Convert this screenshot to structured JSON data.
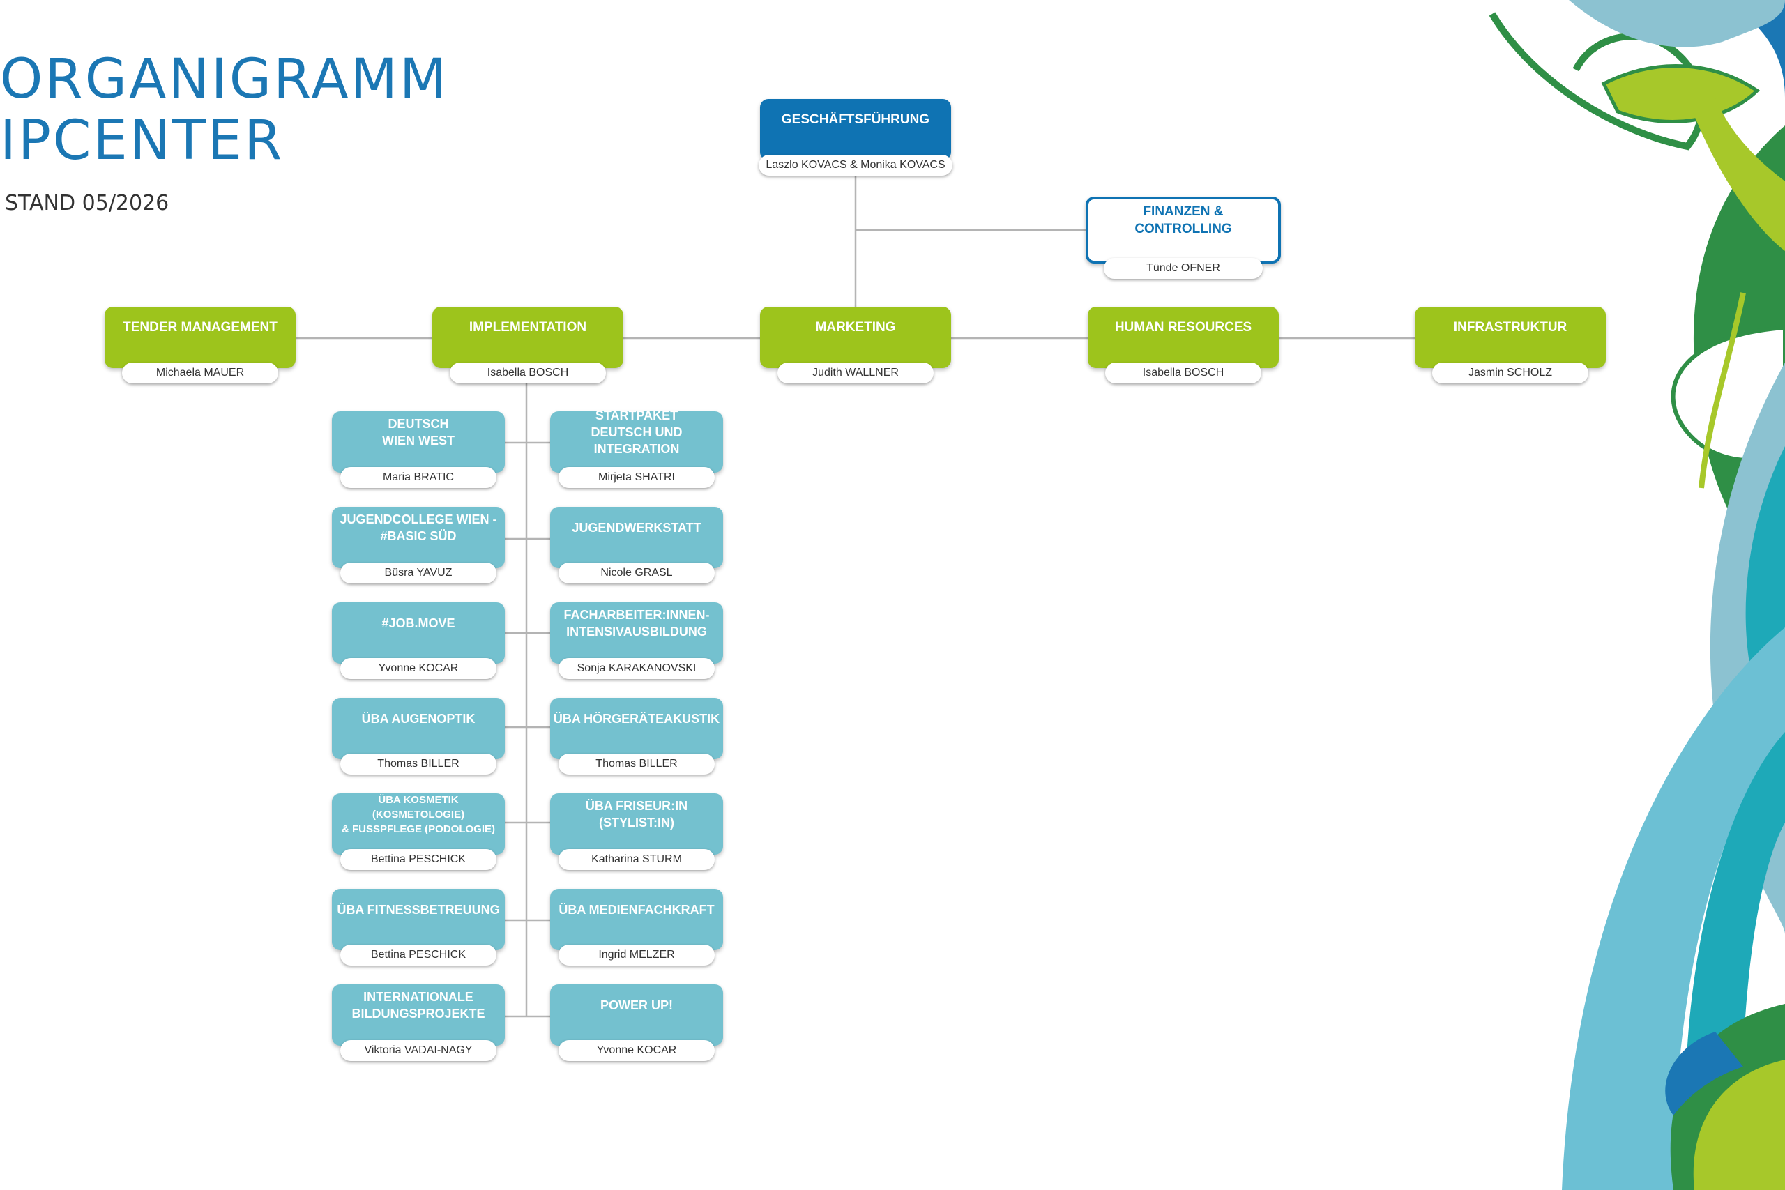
{
  "header": {
    "title_line1": "ORGANIGRAMM",
    "title_line2": "IPCENTER",
    "subtitle": "STAND 05/2026"
  },
  "colors": {
    "blue": "#0f73b3",
    "green": "#9dc41c",
    "teal": "#74c1cf",
    "line": "#b4b4b4"
  },
  "nodes": {
    "gf": {
      "title": "GESCHÄFTSFÜHRUNG",
      "name": "Laszlo KOVACS & Monika KOVACS"
    },
    "finanzen": {
      "title": "FINANZEN &\nCONTROLLING",
      "name": "Tünde OFNER"
    },
    "tender": {
      "title": "TENDER MANAGEMENT",
      "name": "Michaela MAUER"
    },
    "implementation": {
      "title": "IMPLEMENTATION",
      "name": "Isabella BOSCH"
    },
    "marketing": {
      "title": "MARKETING",
      "name": "Judith WALLNER"
    },
    "hr": {
      "title": "HUMAN RESOURCES",
      "name": "Isabella BOSCH"
    },
    "infrastruktur": {
      "title": "INFRASTRUKTUR",
      "name": "Jasmin SCHOLZ"
    }
  },
  "projects_left": [
    {
      "title": "DEUTSCH\nWIEN WEST",
      "name": "Maria BRATIC"
    },
    {
      "title": "JUGENDCOLLEGE WIEN -\n#BASIC SÜD",
      "name": "Büsra YAVUZ"
    },
    {
      "title": "#JOB.MOVE",
      "name": "Yvonne KOCAR"
    },
    {
      "title": "ÜBA AUGENOPTIK",
      "name": "Thomas BILLER"
    },
    {
      "title": "ÜBA KOSMETIK (KOSMETOLOGIE)\n& FUSSPFLEGE (PODOLOGIE)",
      "name": "Bettina PESCHICK"
    },
    {
      "title": "ÜBA FITNESSBETREUUNG",
      "name": "Bettina PESCHICK"
    },
    {
      "title": "INTERNATIONALE\nBILDUNGSPROJEKTE",
      "name": "Viktoria VADAI-NAGY"
    }
  ],
  "projects_right": [
    {
      "title": "STARTPAKET\nDEUTSCH UND INTEGRATION",
      "name": "Mirjeta SHATRI"
    },
    {
      "title": "JUGENDWERKSTATT",
      "name": "Nicole GRASL"
    },
    {
      "title": "FACHARBEITER:INNEN-\nINTENSIVAUSBILDUNG",
      "name": "Sonja KARAKANOVSKI"
    },
    {
      "title": "ÜBA HÖRGERÄTEAKUSTIK",
      "name": "Thomas BILLER"
    },
    {
      "title": "ÜBA FRISEUR:IN\n(STYLIST:IN)",
      "name": "Katharina STURM"
    },
    {
      "title": "ÜBA MEDIENFACHKRAFT",
      "name": "Ingrid MELZER"
    },
    {
      "title": "POWER UP!",
      "name": "Yvonne KOCAR"
    }
  ]
}
